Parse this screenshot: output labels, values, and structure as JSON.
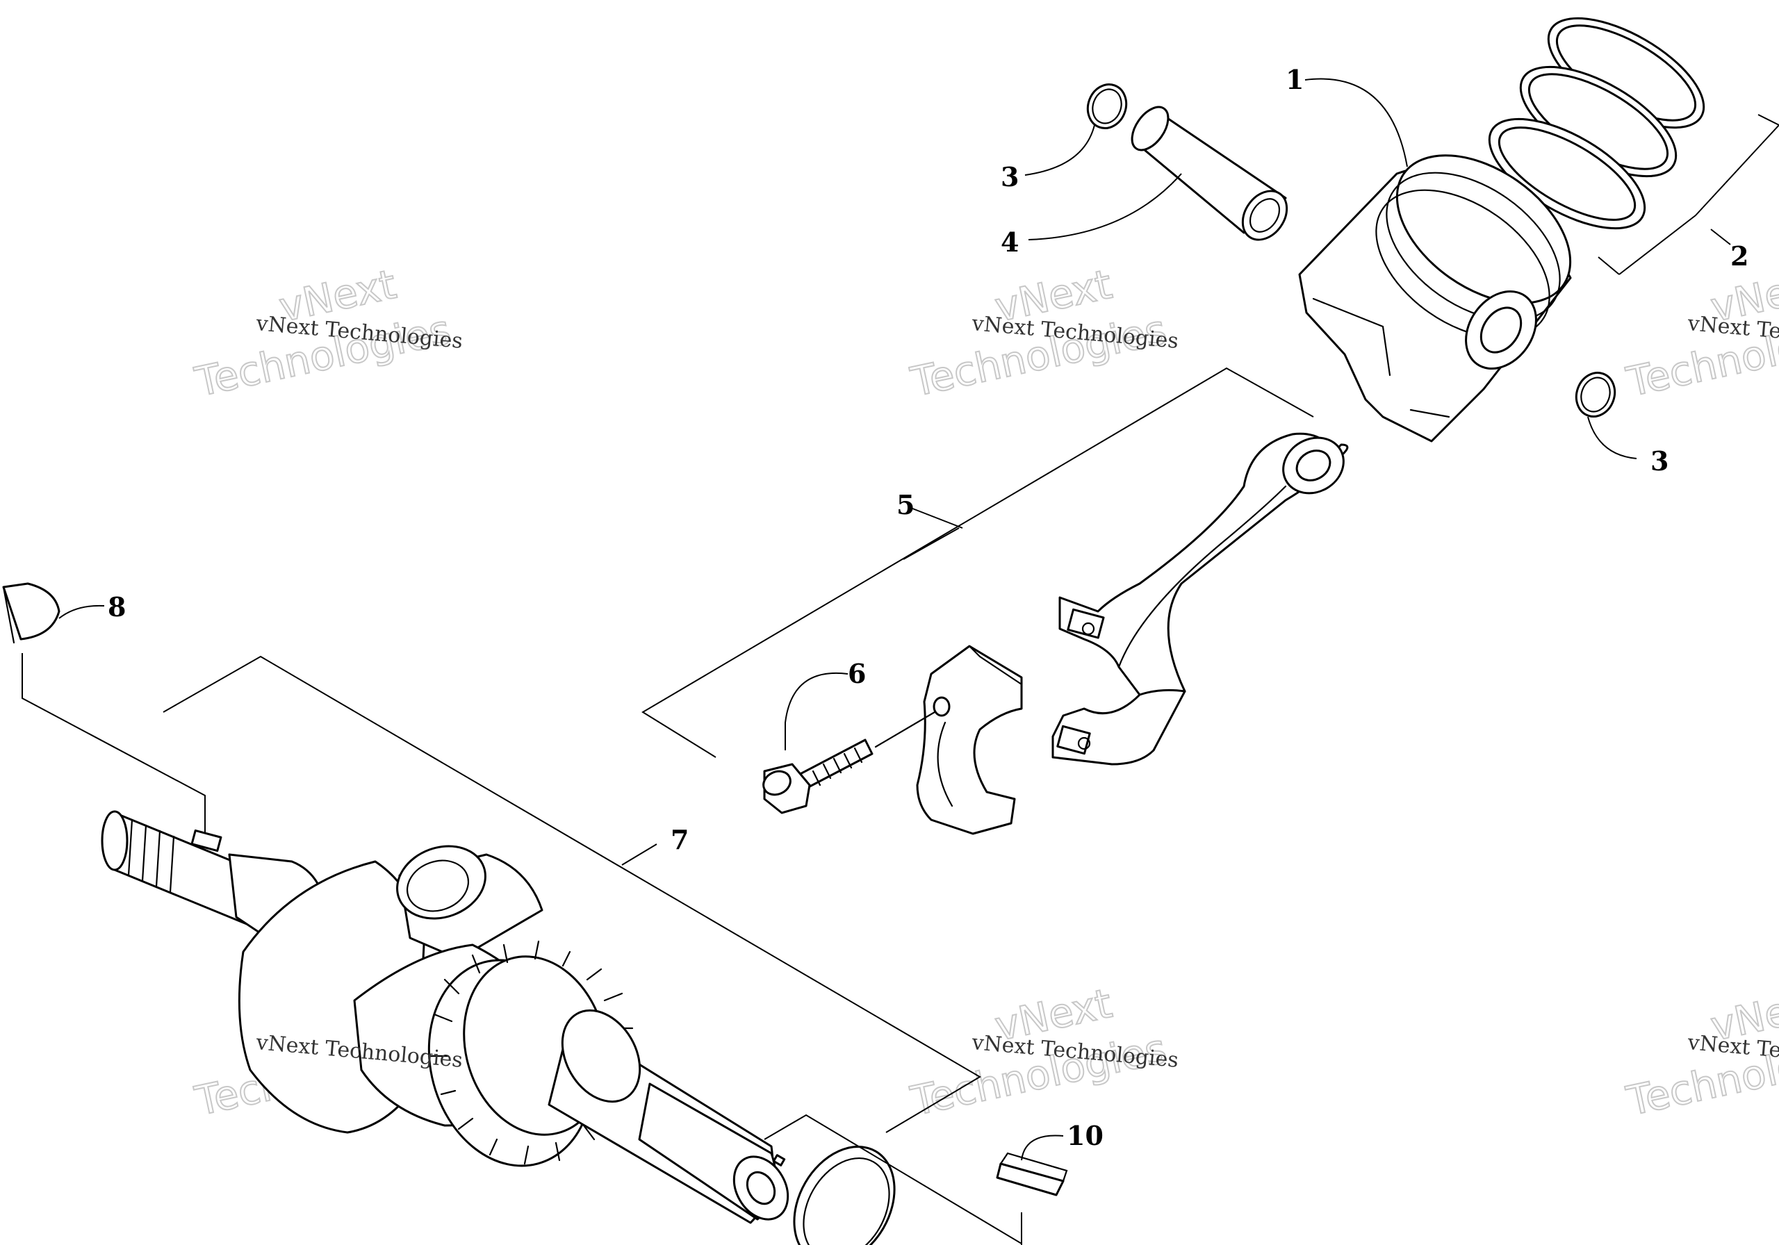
{
  "watermark": {
    "line_small": "vNext Technologies",
    "line_big_1": "vNext",
    "line_big_2": "Technologies"
  },
  "callouts": [
    {
      "id": "1",
      "part": "piston"
    },
    {
      "id": "2",
      "part": "piston-ring-set"
    },
    {
      "id": "3",
      "part": "circlip"
    },
    {
      "id": "4",
      "part": "piston-pin"
    },
    {
      "id": "5",
      "part": "connecting-rod-assembly"
    },
    {
      "id": "6",
      "part": "rod-bolt"
    },
    {
      "id": "7",
      "part": "crankshaft-assembly"
    },
    {
      "id": "8",
      "part": "woodruff-key"
    },
    {
      "id": "10",
      "part": "key"
    }
  ]
}
